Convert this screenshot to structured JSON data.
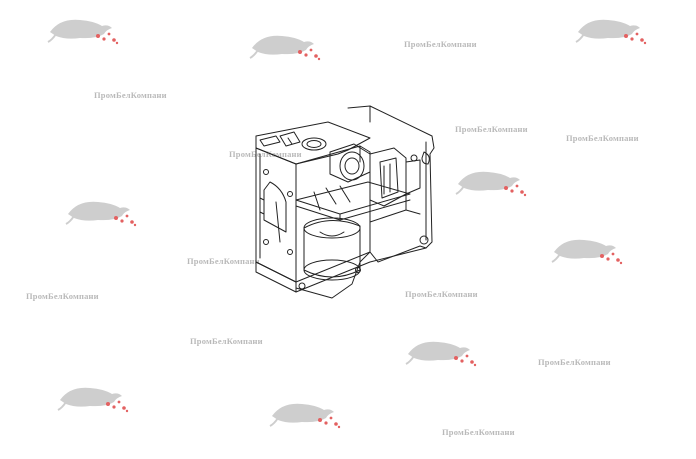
{
  "image": {
    "subject": "mechanical-housing-line-drawing",
    "background_color": "#ffffff",
    "line_color": "#222222"
  },
  "watermark": {
    "text": "ПромБелКомпани",
    "variant_texts": [
      "ПромБелКомпани",
      "ПромБелКомпани",
      "ПромБелКомпани",
      "ПромБелКомпани",
      "ПромБелКомпани",
      "ПромБелКомпани",
      "ПромБелКомпани",
      "ПромБелКомпани",
      "ПромБелКомпани",
      "ПромБелКомпани",
      "ПромБелКомпани"
    ],
    "text_color": "#b9b9b9",
    "logo": "leopard-logo",
    "logo_color": "#c8c8c8",
    "logo_accent_color": "#e05050"
  }
}
